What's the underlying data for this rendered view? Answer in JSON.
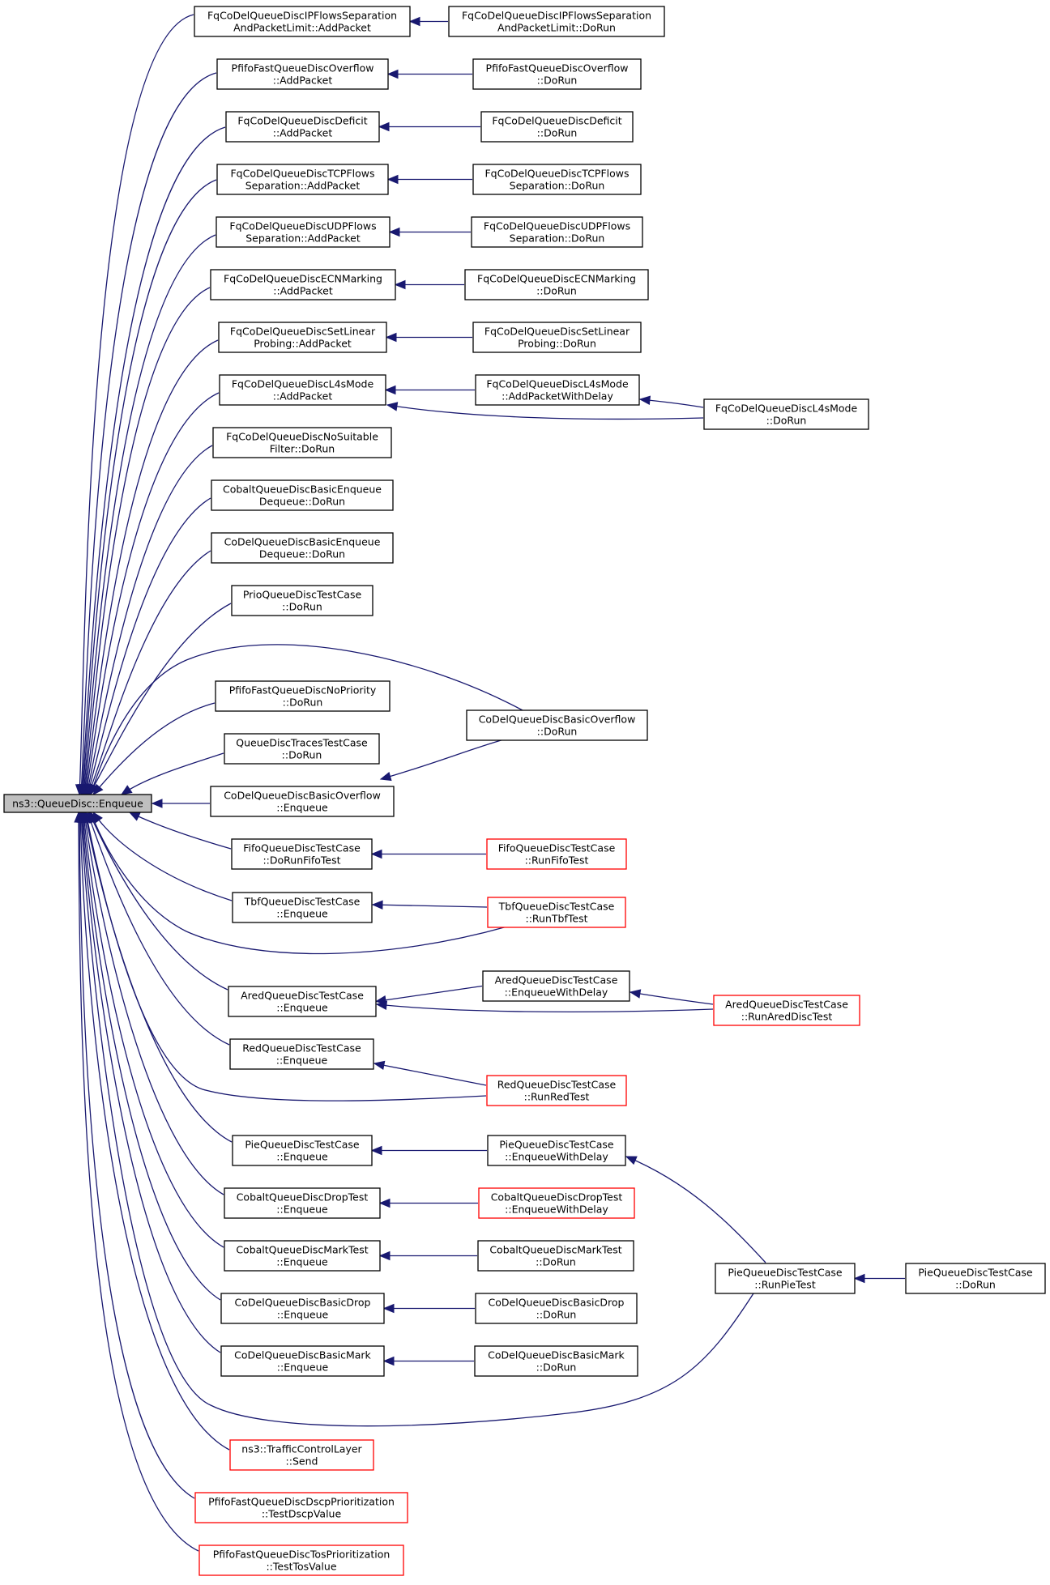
{
  "root": "ns3::QueueDisc::Enqueue",
  "nodes": [
    {
      "id": "root",
      "lines": [
        "ns3::QueueDisc::Enqueue"
      ],
      "root": true
    },
    {
      "id": "ipflows_add",
      "lines": [
        "FqCoDelQueueDiscIPFlowsSeparation",
        "AndPacketLimit::AddPacket"
      ]
    },
    {
      "id": "ipflows_run",
      "lines": [
        "FqCoDelQueueDiscIPFlowsSeparation",
        "AndPacketLimit::DoRun"
      ]
    },
    {
      "id": "pfifo_ovf_add",
      "lines": [
        "PfifoFastQueueDiscOverflow",
        "::AddPacket"
      ]
    },
    {
      "id": "pfifo_ovf_run",
      "lines": [
        "PfifoFastQueueDiscOverflow",
        "::DoRun"
      ]
    },
    {
      "id": "deficit_add",
      "lines": [
        "FqCoDelQueueDiscDeficit",
        "::AddPacket"
      ]
    },
    {
      "id": "deficit_run",
      "lines": [
        "FqCoDelQueueDiscDeficit",
        "::DoRun"
      ]
    },
    {
      "id": "tcp_add",
      "lines": [
        "FqCoDelQueueDiscTCPFlows",
        "Separation::AddPacket"
      ]
    },
    {
      "id": "tcp_run",
      "lines": [
        "FqCoDelQueueDiscTCPFlows",
        "Separation::DoRun"
      ]
    },
    {
      "id": "udp_add",
      "lines": [
        "FqCoDelQueueDiscUDPFlows",
        "Separation::AddPacket"
      ]
    },
    {
      "id": "udp_run",
      "lines": [
        "FqCoDelQueueDiscUDPFlows",
        "Separation::DoRun"
      ]
    },
    {
      "id": "ecn_add",
      "lines": [
        "FqCoDelQueueDiscECNMarking",
        "::AddPacket"
      ]
    },
    {
      "id": "ecn_run",
      "lines": [
        "FqCoDelQueueDiscECNMarking",
        "::DoRun"
      ]
    },
    {
      "id": "linear_add",
      "lines": [
        "FqCoDelQueueDiscSetLinear",
        "Probing::AddPacket"
      ]
    },
    {
      "id": "linear_run",
      "lines": [
        "FqCoDelQueueDiscSetLinear",
        "Probing::DoRun"
      ]
    },
    {
      "id": "l4s_add",
      "lines": [
        "FqCoDelQueueDiscL4sMode",
        "::AddPacket"
      ]
    },
    {
      "id": "l4s_delay",
      "lines": [
        "FqCoDelQueueDiscL4sMode",
        "::AddPacketWithDelay"
      ]
    },
    {
      "id": "l4s_run",
      "lines": [
        "FqCoDelQueueDiscL4sMode",
        "::DoRun"
      ]
    },
    {
      "id": "nosuit",
      "lines": [
        "FqCoDelQueueDiscNoSuitable",
        "Filter::DoRun"
      ]
    },
    {
      "id": "cobalt_basic",
      "lines": [
        "CobaltQueueDiscBasicEnqueue",
        "Dequeue::DoRun"
      ]
    },
    {
      "id": "codel_basic",
      "lines": [
        "CoDelQueueDiscBasicEnqueue",
        "Dequeue::DoRun"
      ]
    },
    {
      "id": "prio",
      "lines": [
        "PrioQueueDiscTestCase",
        "::DoRun"
      ]
    },
    {
      "id": "pfifo_noprio",
      "lines": [
        "PfifoFastQueueDiscNoPriority",
        "::DoRun"
      ]
    },
    {
      "id": "codel_ovf_run",
      "lines": [
        "CoDelQueueDiscBasicOverflow",
        "::DoRun"
      ]
    },
    {
      "id": "traces",
      "lines": [
        "QueueDiscTracesTestCase",
        "::DoRun"
      ]
    },
    {
      "id": "codel_ovf_enq",
      "lines": [
        "CoDelQueueDiscBasicOverflow",
        "::Enqueue"
      ]
    },
    {
      "id": "fifo_dorun",
      "lines": [
        "FifoQueueDiscTestCase",
        "::DoRunFifoTest"
      ]
    },
    {
      "id": "fifo_run",
      "lines": [
        "FifoQueueDiscTestCase",
        "::RunFifoTest"
      ],
      "truncated": true
    },
    {
      "id": "tbf_enq",
      "lines": [
        "TbfQueueDiscTestCase",
        "::Enqueue"
      ]
    },
    {
      "id": "tbf_run",
      "lines": [
        "TbfQueueDiscTestCase",
        "::RunTbfTest"
      ],
      "truncated": true
    },
    {
      "id": "ared_enq",
      "lines": [
        "AredQueueDiscTestCase",
        "::Enqueue"
      ]
    },
    {
      "id": "ared_delay",
      "lines": [
        "AredQueueDiscTestCase",
        "::EnqueueWithDelay"
      ]
    },
    {
      "id": "ared_run",
      "lines": [
        "AredQueueDiscTestCase",
        "::RunAredDiscTest"
      ],
      "truncated": true
    },
    {
      "id": "red_enq",
      "lines": [
        "RedQueueDiscTestCase",
        "::Enqueue"
      ]
    },
    {
      "id": "red_run",
      "lines": [
        "RedQueueDiscTestCase",
        "::RunRedTest"
      ],
      "truncated": true
    },
    {
      "id": "pie_enq",
      "lines": [
        "PieQueueDiscTestCase",
        "::Enqueue"
      ]
    },
    {
      "id": "pie_delay",
      "lines": [
        "PieQueueDiscTestCase",
        "::EnqueueWithDelay"
      ]
    },
    {
      "id": "pie_runpie",
      "lines": [
        "PieQueueDiscTestCase",
        "::RunPieTest"
      ]
    },
    {
      "id": "pie_dorun",
      "lines": [
        "PieQueueDiscTestCase",
        "::DoRun"
      ]
    },
    {
      "id": "cobalt_drop_enq",
      "lines": [
        "CobaltQueueDiscDropTest",
        "::Enqueue"
      ]
    },
    {
      "id": "cobalt_drop_delay",
      "lines": [
        "CobaltQueueDiscDropTest",
        "::EnqueueWithDelay"
      ],
      "truncated": true
    },
    {
      "id": "cobalt_mark_enq",
      "lines": [
        "CobaltQueueDiscMarkTest",
        "::Enqueue"
      ]
    },
    {
      "id": "cobalt_mark_run",
      "lines": [
        "CobaltQueueDiscMarkTest",
        "::DoRun"
      ]
    },
    {
      "id": "codel_drop_enq",
      "lines": [
        "CoDelQueueDiscBasicDrop",
        "::Enqueue"
      ]
    },
    {
      "id": "codel_drop_run",
      "lines": [
        "CoDelQueueDiscBasicDrop",
        "::DoRun"
      ]
    },
    {
      "id": "codel_mark_enq",
      "lines": [
        "CoDelQueueDiscBasicMark",
        "::Enqueue"
      ]
    },
    {
      "id": "codel_mark_run",
      "lines": [
        "CoDelQueueDiscBasicMark",
        "::DoRun"
      ]
    },
    {
      "id": "tcl_send",
      "lines": [
        "ns3::TrafficControlLayer",
        "::Send"
      ],
      "truncated": true
    },
    {
      "id": "dscp",
      "lines": [
        "PfifoFastQueueDiscDscpPrioritization",
        "::TestDscpValue"
      ],
      "truncated": true
    },
    {
      "id": "tos",
      "lines": [
        "PfifoFastQueueDiscTosPrioritization",
        "::TestTosValue"
      ],
      "truncated": true
    }
  ],
  "edges": [
    [
      "ipflows_add",
      "root"
    ],
    [
      "ipflows_run",
      "ipflows_add"
    ],
    [
      "pfifo_ovf_add",
      "root"
    ],
    [
      "pfifo_ovf_run",
      "pfifo_ovf_add"
    ],
    [
      "deficit_add",
      "root"
    ],
    [
      "deficit_run",
      "deficit_add"
    ],
    [
      "tcp_add",
      "root"
    ],
    [
      "tcp_run",
      "tcp_add"
    ],
    [
      "udp_add",
      "root"
    ],
    [
      "udp_run",
      "udp_add"
    ],
    [
      "ecn_add",
      "root"
    ],
    [
      "ecn_run",
      "ecn_add"
    ],
    [
      "linear_add",
      "root"
    ],
    [
      "linear_run",
      "linear_add"
    ],
    [
      "l4s_add",
      "root"
    ],
    [
      "l4s_delay",
      "l4s_add"
    ],
    [
      "l4s_run",
      "l4s_add"
    ],
    [
      "l4s_run",
      "l4s_delay"
    ],
    [
      "nosuit",
      "root"
    ],
    [
      "cobalt_basic",
      "root"
    ],
    [
      "codel_basic",
      "root"
    ],
    [
      "prio",
      "root"
    ],
    [
      "codel_ovf_run",
      "root"
    ],
    [
      "pfifo_noprio",
      "root"
    ],
    [
      "traces",
      "root"
    ],
    [
      "codel_ovf_enq",
      "root"
    ],
    [
      "codel_ovf_run",
      "codel_ovf_enq"
    ],
    [
      "fifo_dorun",
      "root"
    ],
    [
      "fifo_run",
      "fifo_dorun"
    ],
    [
      "tbf_enq",
      "root"
    ],
    [
      "tbf_run",
      "tbf_enq"
    ],
    [
      "tbf_run",
      "root"
    ],
    [
      "ared_enq",
      "root"
    ],
    [
      "ared_delay",
      "ared_enq"
    ],
    [
      "ared_run",
      "ared_enq"
    ],
    [
      "ared_run",
      "ared_delay"
    ],
    [
      "red_enq",
      "root"
    ],
    [
      "red_run",
      "red_enq"
    ],
    [
      "red_run",
      "root"
    ],
    [
      "pie_enq",
      "root"
    ],
    [
      "pie_delay",
      "pie_enq"
    ],
    [
      "pie_runpie",
      "pie_delay"
    ],
    [
      "pie_runpie",
      "root"
    ],
    [
      "pie_dorun",
      "pie_runpie"
    ],
    [
      "cobalt_drop_enq",
      "root"
    ],
    [
      "cobalt_drop_delay",
      "cobalt_drop_enq"
    ],
    [
      "cobalt_mark_enq",
      "root"
    ],
    [
      "cobalt_mark_run",
      "cobalt_mark_enq"
    ],
    [
      "codel_drop_enq",
      "root"
    ],
    [
      "codel_drop_run",
      "codel_drop_enq"
    ],
    [
      "codel_mark_enq",
      "root"
    ],
    [
      "codel_mark_run",
      "codel_mark_enq"
    ],
    [
      "tcl_send",
      "root"
    ],
    [
      "dscp",
      "root"
    ],
    [
      "tos",
      "root"
    ]
  ],
  "colors": {
    "edge": "#191970",
    "truncated_border": "#ff0000",
    "root_fill": "#bfbfbf"
  }
}
